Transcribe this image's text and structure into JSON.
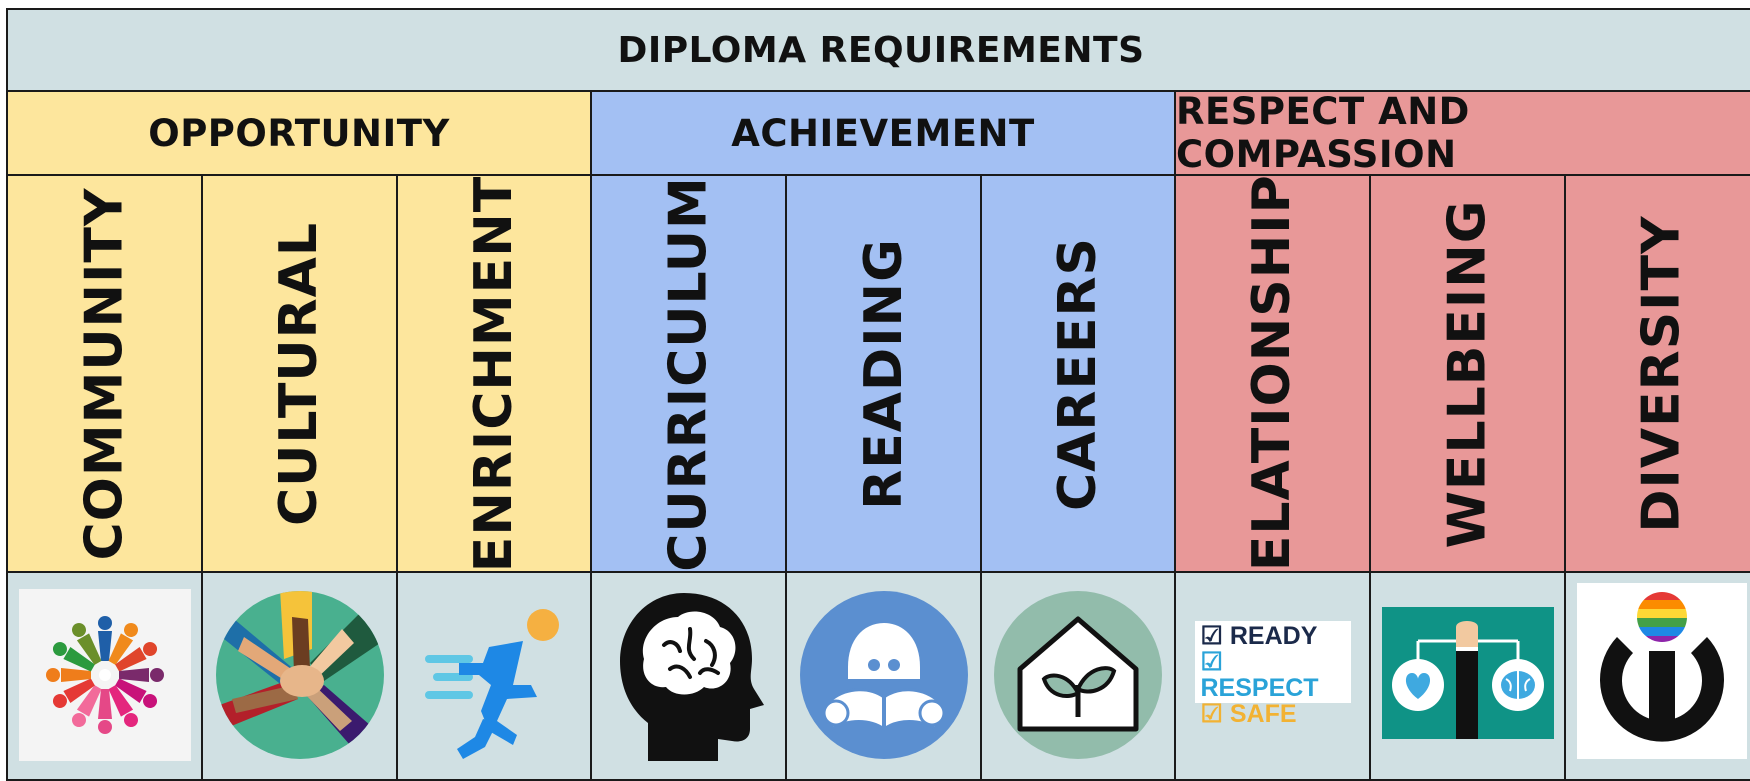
{
  "title": "DIPLOMA REQUIREMENTS",
  "sections": [
    {
      "label": "OPPORTUNITY",
      "color": "#fde69d"
    },
    {
      "label": "ACHIEVEMENT",
      "color": "#a3c0f3"
    },
    {
      "label": "RESPECT AND COMPASSION",
      "color": "#e89898"
    }
  ],
  "columns": [
    {
      "label": "COMMUNITY",
      "icon": "community-people-icon"
    },
    {
      "label": "CULTURAL",
      "icon": "joined-hands-icon"
    },
    {
      "label": "ENRICHMENT",
      "icon": "running-person-icon"
    },
    {
      "label": "CURRICULUM",
      "icon": "brain-head-icon"
    },
    {
      "label": "READING",
      "icon": "reading-person-icon"
    },
    {
      "label": "CAREERS",
      "icon": "house-sprout-icon"
    },
    {
      "label": "RELATIONSHIPS",
      "icon": "ready-respect-safe-logo"
    },
    {
      "label": "WELLBEING",
      "icon": "heart-brain-scale-icon"
    },
    {
      "label": "DIVERSITY",
      "icon": "wikimedia-rainbow-icon"
    }
  ],
  "ready_respect_safe": [
    "READY",
    "RESPECT",
    "SAFE"
  ],
  "icon_bg": "#d0e0e3"
}
